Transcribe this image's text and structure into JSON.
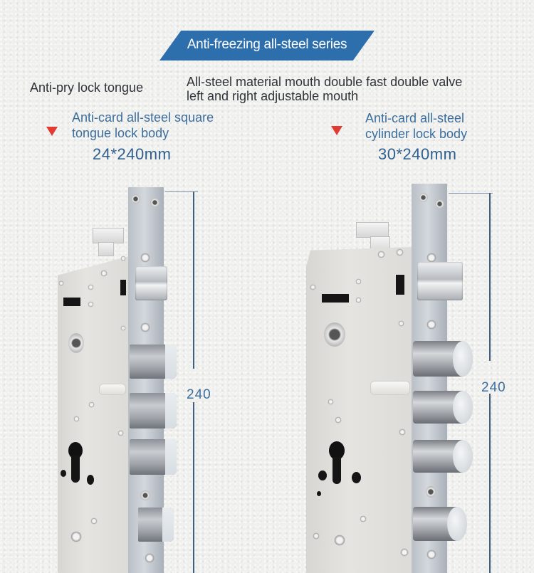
{
  "banner": {
    "title": "Anti-freezing all-steel series",
    "color": "#2d6ead"
  },
  "features": {
    "left": "Anti-pry lock tongue",
    "right_line1": "All-steel material mouth double fast double valve",
    "right_line2": "left and right adjustable mouth"
  },
  "products": [
    {
      "name_line1": "Anti-card all-steel square",
      "name_line2": "tongue lock body",
      "size": "24*240mm",
      "height_dimension": "240",
      "bolt_type": "square"
    },
    {
      "name_line1": "Anti-card all-steel",
      "name_line2": "cylinder lock body",
      "size": "30*240mm",
      "height_dimension": "240",
      "bolt_type": "cylinder"
    }
  ],
  "colors": {
    "accent_blue": "#3b6e9e",
    "marker_red": "#e23b34",
    "text_dark": "#2f3338"
  }
}
